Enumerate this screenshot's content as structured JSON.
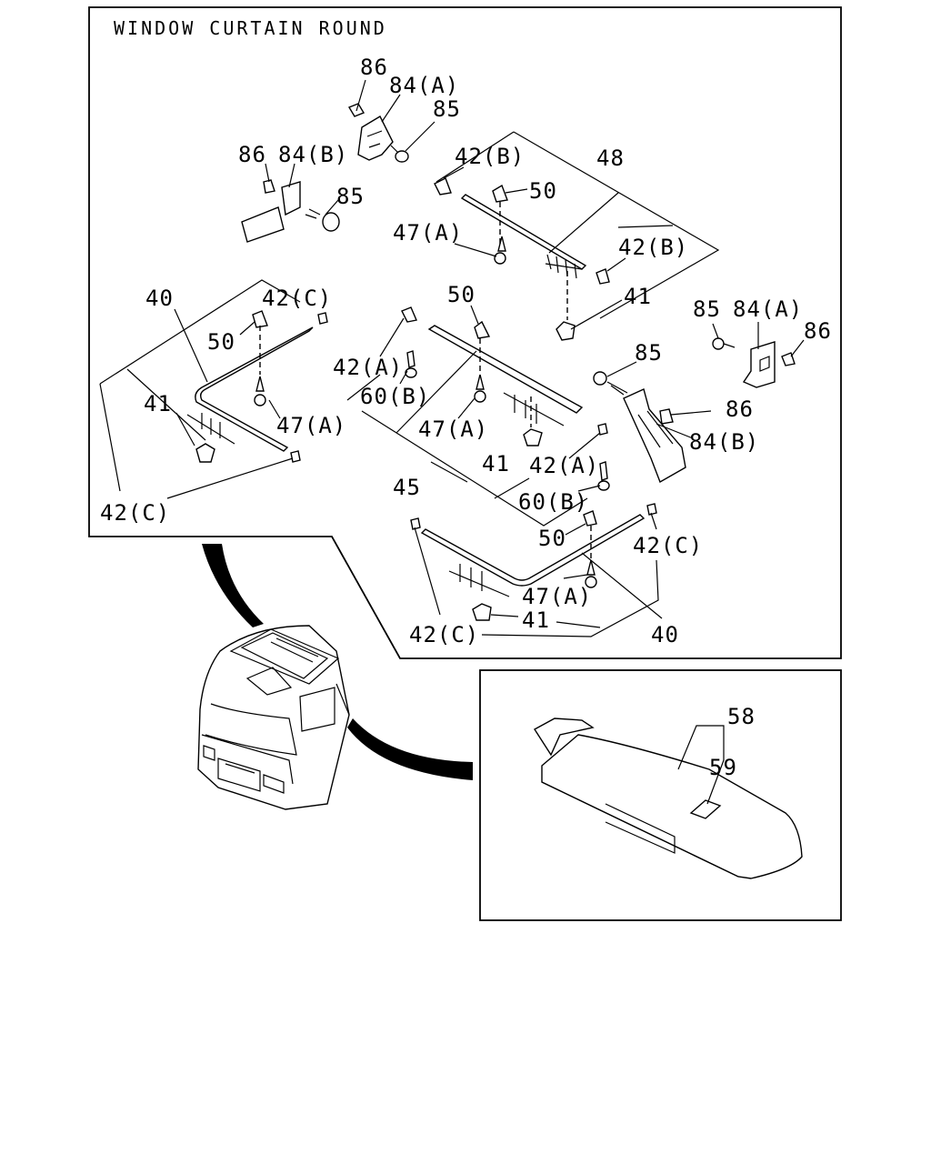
{
  "diagram": {
    "title": "WINDOW CURTAIN ROUND",
    "labels": {
      "p86_a": "86",
      "p84a_a": "84(A)",
      "p85_a": "85",
      "p86_b": "86",
      "p84b_a": "84(B)",
      "p85_b": "85",
      "p42b_a": "42(B)",
      "p48": "48",
      "p50_a": "50",
      "p47a_a": "47(A)",
      "p42b_b": "42(B)",
      "p41_a": "41",
      "p40_a": "40",
      "p42c_a": "42(C)",
      "p50_b": "50",
      "p41_b": "41",
      "p47a_b": "47(A)",
      "p42c_b": "42(C)",
      "p50_c": "50",
      "p42a_a": "42(A)",
      "p60b_a": "60(B)",
      "p47a_c": "47(A)",
      "p45": "45",
      "p41_c": "41",
      "p42a_b": "42(A)",
      "p60b_b": "60(B)",
      "p85_c": "85",
      "p84a_b": "84(A)",
      "p86_c": "86",
      "p85_d": "85",
      "p86_d": "86",
      "p84b_b": "84(B)",
      "p50_d": "50",
      "p42c_c": "42(C)",
      "p47a_d": "47(A)",
      "p42c_d": "42(C)",
      "p41_d": "41",
      "p40_b": "40",
      "p58": "58",
      "p59": "59"
    }
  }
}
